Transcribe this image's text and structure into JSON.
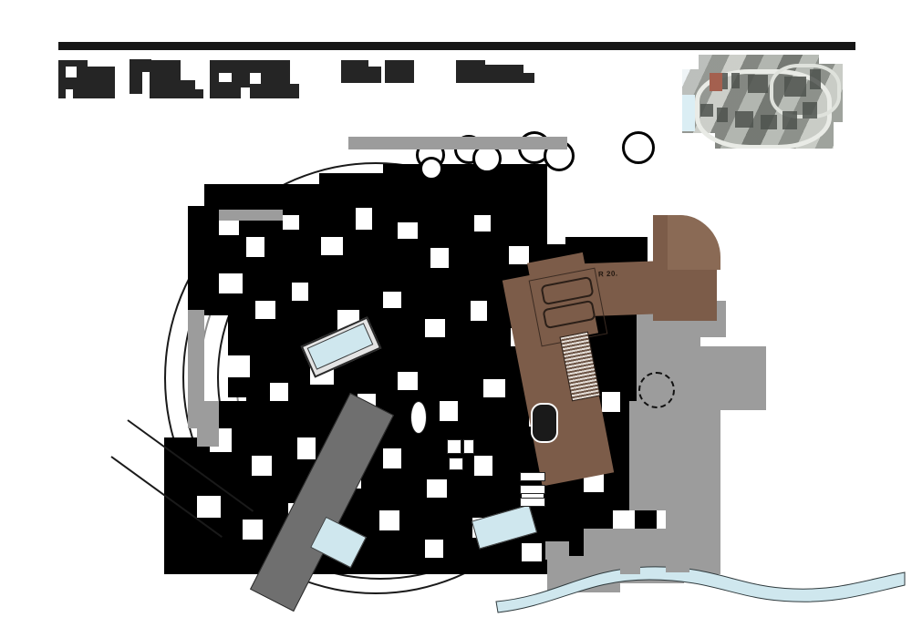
{
  "document": {
    "type": "architectural-site-plan",
    "sheet_title": "R 1B. 3XL",
    "title_state": "redacted",
    "header_labels": [
      "█████",
      "██████"
    ],
    "header_sublabels": [
      "",
      ""
    ]
  },
  "keymap": {
    "name": "site-locator-key-map",
    "caption": "",
    "highlight_color": "#a4604f",
    "water_color": "#dbeef4"
  },
  "plan": {
    "drive_label": "R 20.",
    "colors": {
      "paving_brown": "#7c5c49",
      "paving_brown_light": "#8a6a55",
      "hardscape_gray": "#9c9c9c",
      "hardscape_dark": "#575757",
      "water": "#cfe7ee",
      "redaction": "#000000"
    },
    "features": [
      "driveway",
      "garage-two-car",
      "building-footprint",
      "terrace-pool",
      "lap-pool",
      "stream",
      "contour-lines",
      "grid-callouts"
    ],
    "grid_callouts": [
      "",
      "",
      "",
      "",
      "",
      ""
    ],
    "car_count": 2
  }
}
